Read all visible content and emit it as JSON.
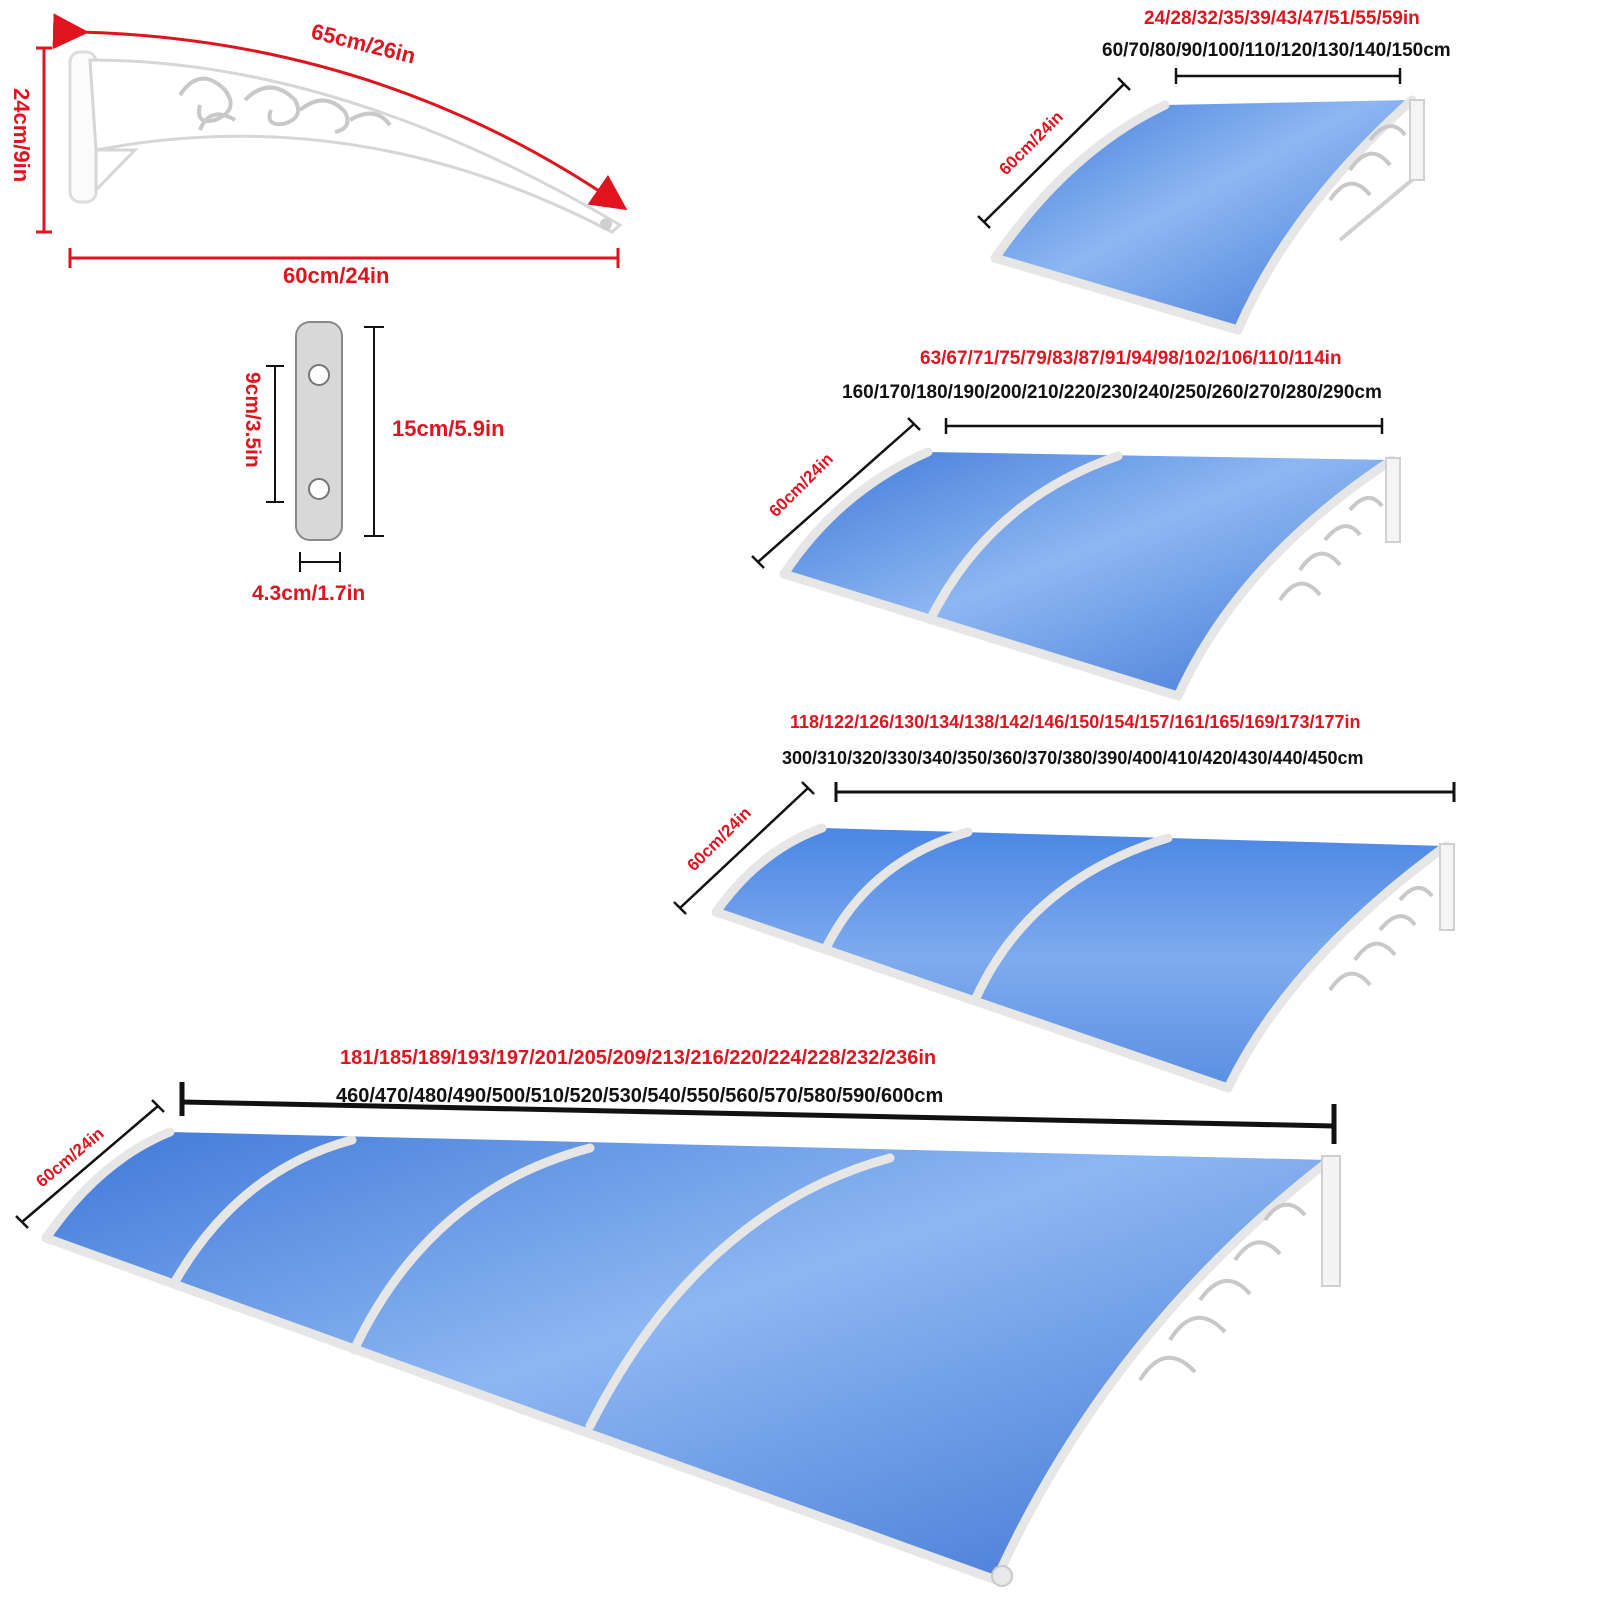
{
  "bracket_diagram": {
    "arc_label": "65cm/26in",
    "height_label": "24cm/9in",
    "depth_label": "60cm/24in"
  },
  "plate_diagram": {
    "hole_spacing_label": "9cm/3.5in",
    "length_label": "15cm/5.9in",
    "width_label": "4.3cm/1.7in"
  },
  "canopies": [
    {
      "inch_sizes": "24/28/32/35/39/43/47/51/55/59in",
      "cm_sizes": "60/70/80/90/100/110/120/130/140/150cm",
      "depth_label": "60cm/24in"
    },
    {
      "inch_sizes": "63/67/71/75/79/83/87/91/94/98/102/106/110/114in",
      "cm_sizes": "160/170/180/190/200/210/220/230/240/250/260/270/280/290cm",
      "depth_label": "60cm/24in"
    },
    {
      "inch_sizes": "118/122/126/130/134/138/142/146/150/154/157/161/165/169/173/177in",
      "cm_sizes": "300/310/320/330/340/350/360/370/380/390/400/410/420/430/440/450cm",
      "depth_label": "60cm/24in"
    },
    {
      "inch_sizes": "181/185/189/193/197/201/205/209/213/216/220/224/228/232/236in",
      "cm_sizes": "460/470/480/490/500/510/520/530/540/550/560/570/580/590/600cm",
      "depth_label": "60cm/24in"
    }
  ],
  "colors": {
    "label_red": "#e0141e",
    "label_black": "#111111",
    "panel_blue": "#5b8fe0",
    "frame_white": "#f4f4f4"
  }
}
